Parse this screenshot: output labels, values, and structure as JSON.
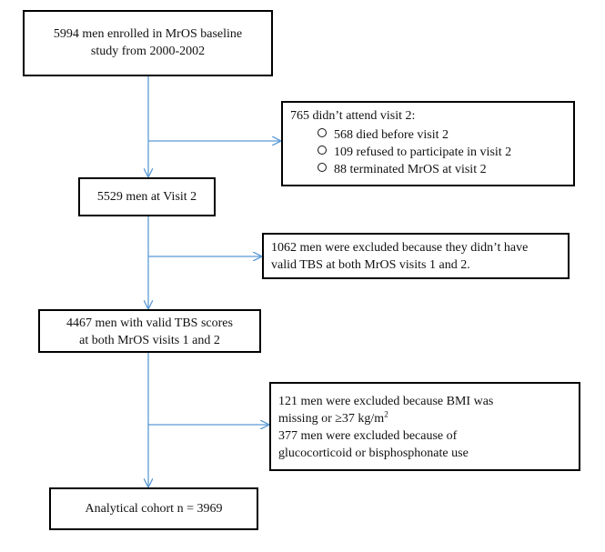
{
  "boxes": {
    "baseline": {
      "lines": [
        "5994 men enrolled in MrOS baseline",
        "study from 2000-2002"
      ]
    },
    "excluded_visit2": {
      "title": "765 didn’t attend visit 2:",
      "bullets": [
        "568 died before visit 2",
        "109 refused to participate in visit 2",
        "88 terminated  MrOS at visit 2"
      ]
    },
    "visit2": {
      "text": "5529 men at Visit 2"
    },
    "excluded_tbs": {
      "lines": [
        "1062 men were excluded because they didn’t have",
        "valid TBS at both MrOS visits 1 and  2."
      ]
    },
    "valid_tbs": {
      "lines": [
        "4467 men with valid TBS scores",
        "at both MrOS visits 1 and 2"
      ]
    },
    "excluded_bmi": {
      "line1": "121 men were excluded because BMI was",
      "line2_prefix": "missing  or  ≥37 kg/m",
      "line2_sup": "2",
      "line3": "377 men were excluded because of",
      "line4": "glucocorticoid  or bisphosphonate use"
    },
    "cohort": {
      "text": "Analytical  cohort n = 3969"
    }
  },
  "colors": {
    "connector": "#5b9bd5",
    "box_border": "#000000"
  }
}
